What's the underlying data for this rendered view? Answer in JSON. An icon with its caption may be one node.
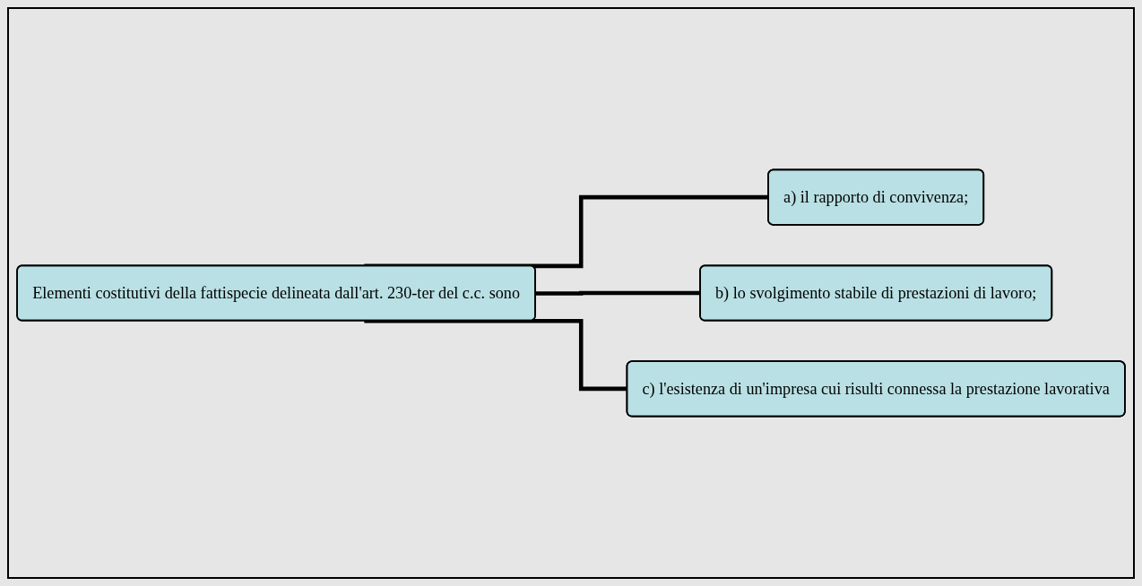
{
  "diagram": {
    "nodes": [
      {
        "text": [
          "Elementi costitutivi della fattispecie delineata dall'art. 230-ter del c.c. sono"
        ]
      },
      {
        "text": [
          "a) il rapporto di convivenza;"
        ]
      },
      {
        "text": [
          "b) lo svolgimento stabile di prestazioni di lavoro;"
        ]
      },
      {
        "text": [
          "c) l'esistenza di un'impresa cui risulti connessa la prestazione lavorativa"
        ]
      }
    ],
    "edges": [
      {
        "from": 0,
        "to": 1,
        "arrow": "none"
      },
      {
        "from": 0,
        "to": 2,
        "arrow": "none"
      },
      {
        "from": 0,
        "to": 3,
        "arrow": "none"
      }
    ]
  }
}
